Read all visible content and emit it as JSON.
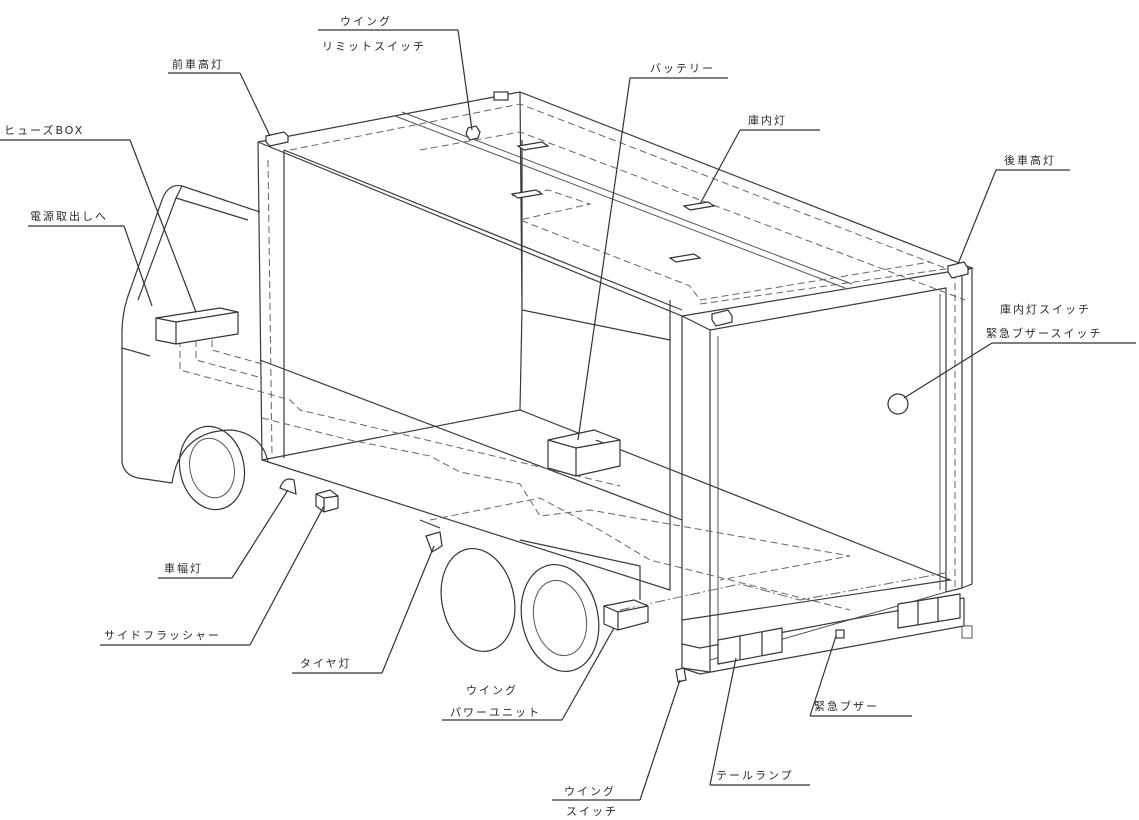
{
  "labels": {
    "wing_limit_switch_1": "ウイング",
    "wing_limit_switch_2": "リミットスイッチ",
    "front_clearance_lamp": "前車高灯",
    "battery": "バッテリー",
    "fuse_box": "ヒューズBOX",
    "cargo_lamp": "庫内灯",
    "rear_clearance_lamp": "後車高灯",
    "power_outlet": "電源取出しへ",
    "cargo_lamp_switch": "庫内灯スイッチ",
    "emergency_buzzer_switch": "緊急ブザースイッチ",
    "side_marker_lamp": "車幅灯",
    "side_flasher": "サイドフラッシャー",
    "tire_lamp": "タイヤ灯",
    "wing_power_unit_1": "ウイング",
    "wing_power_unit_2": "パワーユニット",
    "emergency_buzzer": "緊急ブザー",
    "tail_lamp": "テールランプ",
    "wing_switch_1": "ウイング",
    "wing_switch_2": "スイッチ"
  }
}
